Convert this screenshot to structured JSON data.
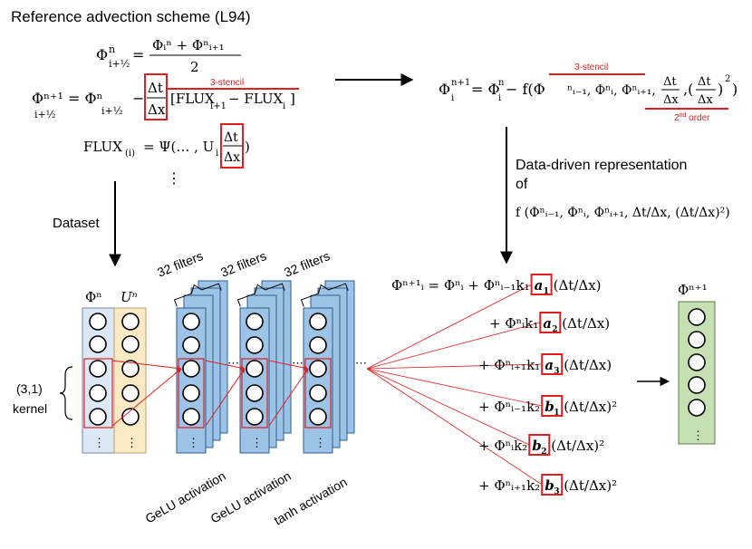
{
  "title": "Reference advection scheme (L94)",
  "equations": {
    "half_step_lhs": "Φ",
    "half_step_sup": "n",
    "half_step_sub": "i+½",
    "half_step_num": "Φᵢⁿ + Φⁿᵢ₊₁",
    "half_step_den": "2",
    "update_lhs": "Φⁿ⁺¹",
    "update_sub": "i+½",
    "update_rhs_lead": "= Φⁿ",
    "update_rhs_sub": "i+½",
    "update_minus": "−",
    "dt": "Δt",
    "dx": "Δx",
    "flux_bracket": "[FLUX",
    "flux_i1": "i+1",
    "flux_minus": " − FLUX",
    "flux_i": "i",
    "flux_close": "]",
    "stencil_label": "3-stencil",
    "flux_def_lhs": "FLUX",
    "flux_def_sub": "(i)",
    "flux_def_rhs": "= Ψ(… , U",
    "flux_def_sub2": "i",
    "flux_def_close": ")",
    "vdots": "⋮"
  },
  "general_form": {
    "lhs": "Φ",
    "lhs_sup": "n+1",
    "lhs_sub": "i",
    "rhs": "= Φ",
    "rhs_sup": "n",
    "rhs_sub": "i",
    "minus_f": " − f(Φ",
    "args": "ⁿᵢ₋₁, Φⁿᵢ, Φⁿᵢ₊₁,",
    "dt": "Δt",
    "dx": "Δx",
    "sq": "2",
    "close": ")",
    "stencil_label": "3-stencil",
    "order_label": "2nd order",
    "order_sup": "nd",
    "order_base": "2",
    "order_rest": " order"
  },
  "data_driven": {
    "line1": "Data-driven representation",
    "line2": "of",
    "formula": "f (Φⁿᵢ₋₁, Φⁿᵢ, Φⁿᵢ₊₁, Δt/Δx, (Δt/Δx)²)"
  },
  "dataset_label": "Dataset",
  "network": {
    "input_labels": [
      "Φⁿ",
      "Uⁿ"
    ],
    "filters_label": "32 filters",
    "kernel_label": "(3,1)",
    "kernel_word": "kernel",
    "activations": [
      "GeLU activation",
      "GeLU activation",
      "tanh activation"
    ],
    "dots": "⋮",
    "hdots": "⋯"
  },
  "output": {
    "label": "Φⁿ⁺¹",
    "terms": [
      {
        "prefix": "Φⁿ⁺¹ᵢ = Φⁿᵢ + Φⁿᵢ₋₁k₁",
        "coef": "a",
        "coef_sub": "1",
        "suffix": "(Δt/Δx)"
      },
      {
        "prefix": "+ Φⁿᵢk₁",
        "coef": "a",
        "coef_sub": "2",
        "suffix": "(Δt/Δx)"
      },
      {
        "prefix": "+ Φⁿᵢ₊₁k₁",
        "coef": "a",
        "coef_sub": "3",
        "suffix": "(Δt/Δx)"
      },
      {
        "prefix": "+ Φⁿᵢ₋₁k₂",
        "coef": "b",
        "coef_sub": "1",
        "suffix": "(Δt/Δx)²"
      },
      {
        "prefix": "+ Φⁿᵢk₂",
        "coef": "b",
        "coef_sub": "2",
        "suffix": "(Δt/Δx)²"
      },
      {
        "prefix": "+ Φⁿᵢ₊₁k₂",
        "coef": "b",
        "coef_sub": "3",
        "suffix": "(Δt/Δx)²"
      }
    ]
  },
  "colors": {
    "phi_column": "#dce8f5",
    "u_column": "#fbe8c4",
    "filter_blue": "#9dc3e6",
    "filter_border": "#2e5f8f",
    "output_green": "#c6e0b4",
    "highlight_red": "#e02020"
  }
}
